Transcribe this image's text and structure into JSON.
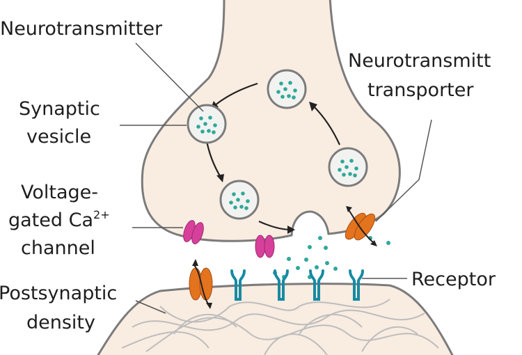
{
  "labels": {
    "neurotransmitter": "Neurotransmitter",
    "synaptic_vesicle_line1": "Synaptic",
    "synaptic_vesicle_line2": "vesicle",
    "vgcc_line1": "Voltage-",
    "vgcc_line2": "gated Ca",
    "vgcc_superscript": "2+",
    "vgcc_line3": "channel",
    "postsynaptic_line1": "Postsynaptic",
    "postsynaptic_line2": "density",
    "transporter_line1": "Neurotransmitt",
    "transporter_line2": "transporter",
    "receptor": "Receptor"
  },
  "colors": {
    "membrane": "#f9ece1",
    "outline": "#7b7b7b",
    "vesicle_fill": "#f2f3f1",
    "vesicle_dot": "#2fa89a",
    "calcium_channel": "#d6409a",
    "transporter": "#e4731e",
    "receptor": "#178aa3",
    "leader_line": "#555555"
  }
}
